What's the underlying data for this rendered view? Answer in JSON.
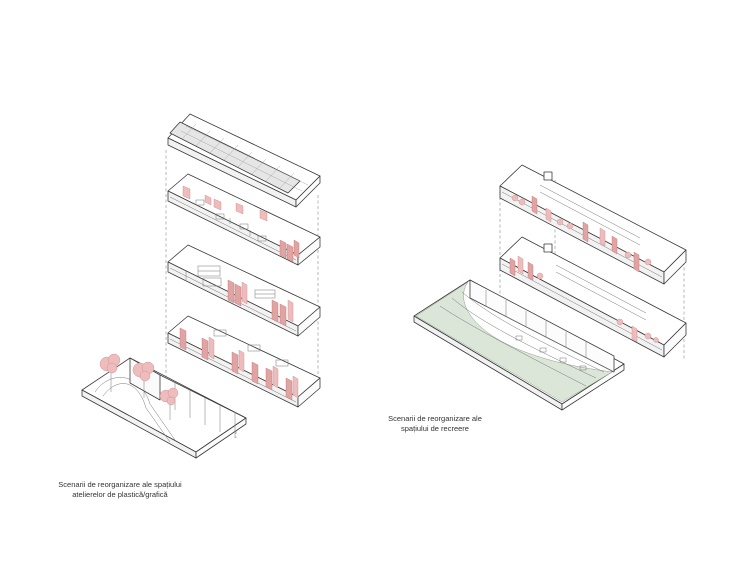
{
  "captions": {
    "left_line1": "Scenarii de reorganizare ale spațiului",
    "left_line2": "atelierelor de plastică/grafică",
    "right_line1": "Scenarii de reorganizare ale",
    "right_line2": "spațiului de recreere"
  },
  "colors": {
    "accent_pink": "#eebcbc",
    "accent_green": "#dbe5d8",
    "line": "#3a3a3a"
  }
}
